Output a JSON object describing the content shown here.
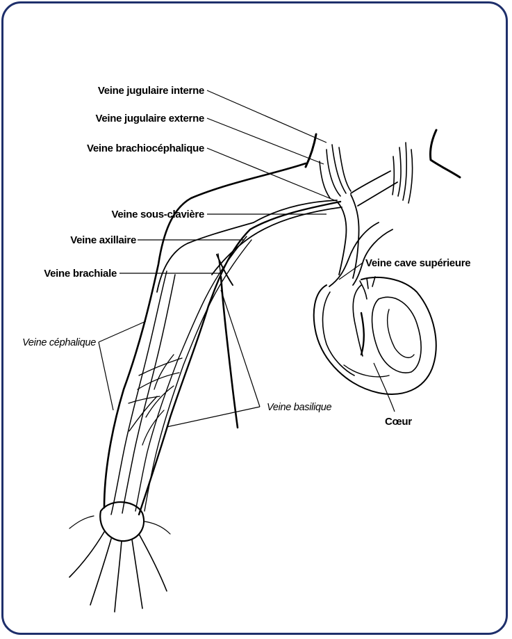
{
  "colors": {
    "frame": "#1e2f6b",
    "ink": "#000000"
  },
  "labels": {
    "jugular_internal": "Veine jugulaire interne",
    "jugular_external": "Veine jugulaire externe",
    "brachiocephalic": "Veine brachiocéphalique",
    "subclavian": "Veine sous-clavière",
    "axillary": "Veine axillaire",
    "brachial": "Veine brachiale",
    "cephalic": "Veine céphalique",
    "basilic": "Veine basilique",
    "superior_vena_cava": "Veine cave supérieure",
    "heart": "Cœur"
  }
}
